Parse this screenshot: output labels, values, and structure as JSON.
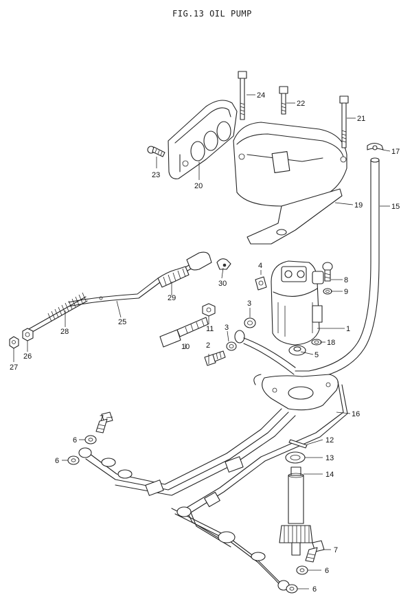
{
  "title": "FIG.13  OIL PUMP",
  "callouts": {
    "c1": "1",
    "c2": "2",
    "c3a": "3",
    "c3b": "3",
    "c4": "4",
    "c5": "5",
    "c6a": "6",
    "c6b": "6",
    "c6c": "6",
    "c6d": "6",
    "c7a": "7",
    "c7b": "7",
    "c8": "8",
    "c9": "9",
    "c10": "10",
    "c11": "11",
    "c12": "12",
    "c13": "13",
    "c14": "14",
    "c15": "15",
    "c16": "16",
    "c17": "17",
    "c18": "18",
    "c19": "19",
    "c20": "20",
    "c21": "21",
    "c22": "22",
    "c23": "23",
    "c24": "24",
    "c25": "25",
    "c26": "26",
    "c27": "27",
    "c28": "28",
    "c29": "29",
    "c30": "30"
  }
}
